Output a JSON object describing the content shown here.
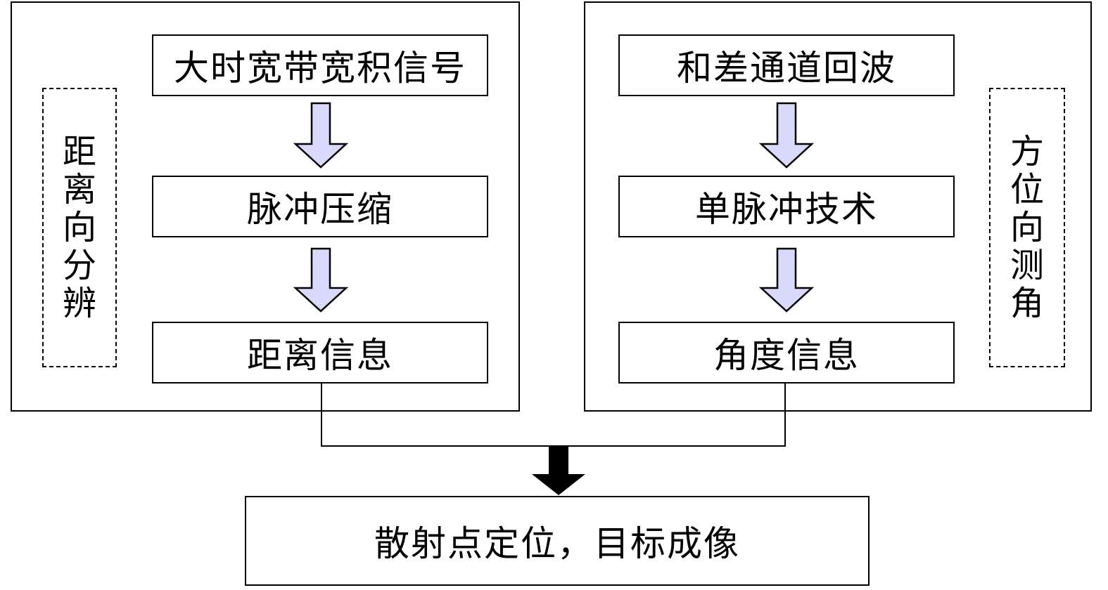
{
  "left_group": {
    "side_label": "距离向分辨",
    "steps": [
      "大时宽带宽积信号",
      "脉冲压缩",
      "距离信息"
    ]
  },
  "right_group": {
    "side_label": "方位向测角",
    "steps": [
      "和差通道回波",
      "单脉冲技术",
      "角度信息"
    ]
  },
  "result": "散射点定位，目标成像",
  "colors": {
    "arrow_fill": "#d9d9fb",
    "arrow_stroke": "#000000",
    "merge_arrow": "#000000",
    "line": "#000000"
  }
}
